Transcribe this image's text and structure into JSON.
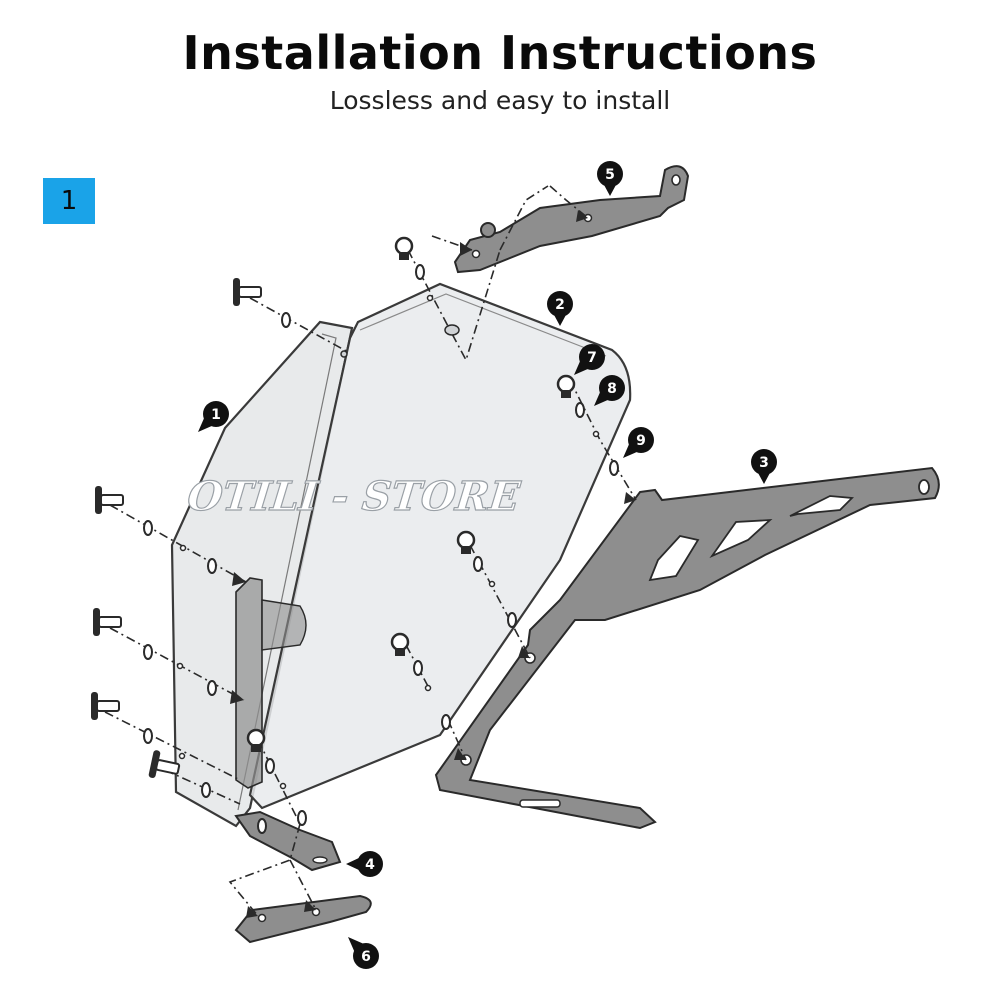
{
  "header": {
    "title": "Installation Instructions",
    "subtitle": "Lossless and easy to install"
  },
  "step": {
    "number": "1",
    "color": "#1aa3e8"
  },
  "callouts": [
    "1",
    "2",
    "3",
    "4",
    "5",
    "6",
    "7",
    "8",
    "9"
  ],
  "watermark": "OTILI - STORE",
  "colors": {
    "bracket": "#8e8e8e",
    "panel": "#e4e6e8",
    "outline": "#3a3a3a",
    "callout": "#111111"
  }
}
